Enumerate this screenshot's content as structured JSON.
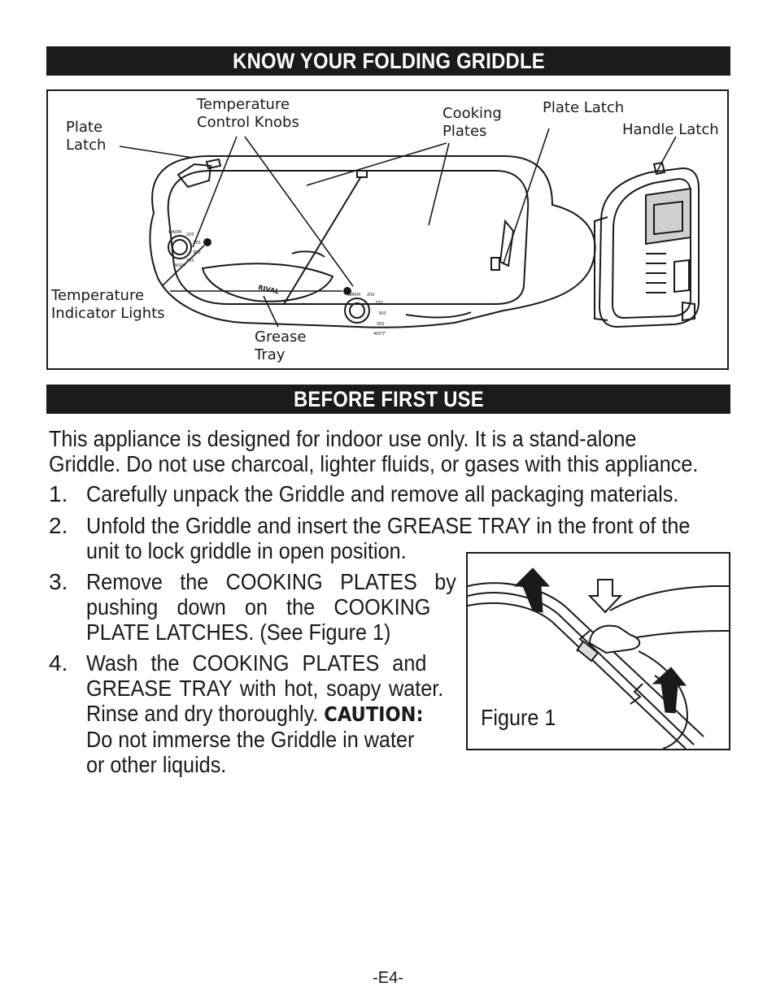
{
  "sections": {
    "know_title": "KNOW YOUR FOLDING GRIDDLE",
    "before_title": "BEFORE FIRST USE"
  },
  "diagram": {
    "labels": {
      "plate_latch_left_1": "Plate",
      "plate_latch_left_2": "Latch",
      "temp_knobs_1": "Temperature",
      "temp_knobs_2": "Control Knobs",
      "cooking_plates_1": "Cooking",
      "cooking_plates_2": "Plates",
      "plate_latch_right": "Plate Latch",
      "handle_latch": "Handle Latch",
      "indicator_1": "Temperature",
      "indicator_2": "Indicator Lights",
      "grease_1": "Grease",
      "grease_2": "Tray"
    },
    "brand": "RIVAL",
    "dial_marks": [
      "WARM",
      "200",
      "250",
      "300",
      "350",
      "400°F"
    ]
  },
  "intro": {
    "line1": "This appliance is designed for indoor use only. It is a stand-alone",
    "line2": "Griddle. Do not use charcoal, lighter fluids, or gases with this appliance."
  },
  "steps": [
    {
      "num": "1.",
      "lines": [
        "Carefully unpack the Griddle and remove all packaging materials."
      ]
    },
    {
      "num": "2.",
      "lines": [
        "Unfold the Griddle and insert the GREASE TRAY in the front of the",
        "unit to lock griddle in open position."
      ]
    },
    {
      "num": "3.",
      "lines": [
        "Remove the COOKING PLATES by",
        "pushing down on the COOKING",
        "PLATE LATCHES. (See Figure 1)"
      ]
    },
    {
      "num": "4.",
      "lines": [
        "Wash the COOKING PLATES and",
        "GREASE TRAY with hot, soapy water.",
        "Rinse and dry thoroughly.",
        "Do not immerse the Griddle in water",
        "or other liquids."
      ],
      "caution": "CAUTION:"
    }
  ],
  "figure": {
    "caption": "Figure 1"
  },
  "footer": {
    "page": "-E4-"
  }
}
